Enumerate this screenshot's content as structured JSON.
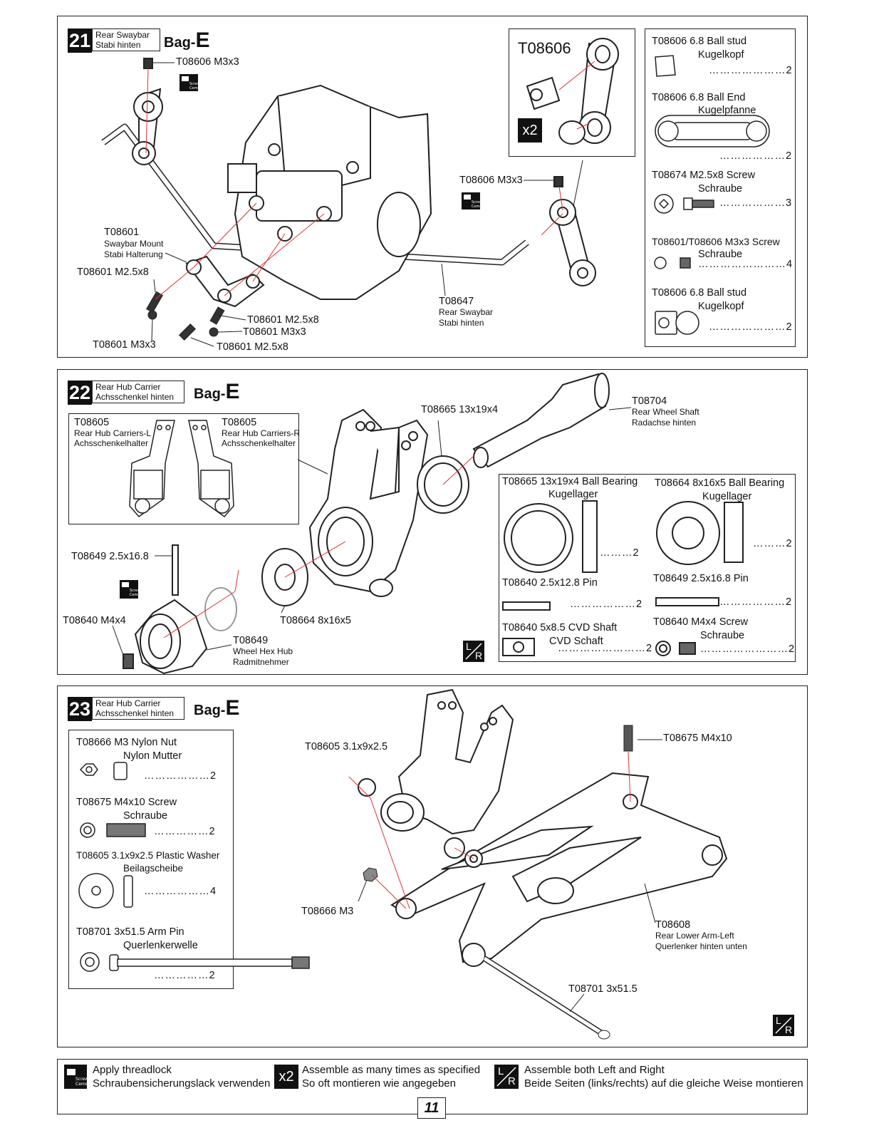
{
  "step21": {
    "num": "21",
    "title_en": "Rear Swaybar",
    "title_de": "Stabi hinten",
    "bag_prefix": "Bag-",
    "bag_letter": "E",
    "callouts": {
      "screw_top": "T08606 M3x3",
      "screw_right": "T08606 M3x3",
      "mount_pn": "T08601",
      "mount_en": "Swaybar Mount",
      "mount_de": "Stabi Halterung",
      "s1": "T08601 M2.5x8",
      "s2": "T08601 M2.5x8",
      "s3": "T08601 M3x3",
      "s4": "T08601 M3x3",
      "s5": "T08601 M2.5x8",
      "bar_pn": "T08647",
      "bar_en": "Rear Swaybar",
      "bar_de": "Stabi hinten"
    },
    "inset_pn": "T08606",
    "inset_mult": "x2",
    "parts": [
      {
        "pn": "T08606  6.8 Ball stud",
        "de": "Kugelkopf",
        "qty": "…………………2"
      },
      {
        "pn": "T08606  6.8 Ball End",
        "de": "Kugelpfanne",
        "qty": "………………2"
      },
      {
        "pn": "T08674  M2.5x8 Screw",
        "de": "Schraube",
        "qty": "………………3"
      },
      {
        "pn": "T08601/T08606  M3x3 Screw",
        "de": "Schraube",
        "qty": "……………………4"
      },
      {
        "pn": "T08606  6.8 Ball stud",
        "de": "Kugelkopf",
        "qty": "…………………2"
      }
    ]
  },
  "step22": {
    "num": "22",
    "title_en": "Rear Hub Carrier",
    "title_de": "Achsschenkel hinten",
    "bag_prefix": "Bag-",
    "bag_letter": "E",
    "inset": [
      {
        "pn": "T08605",
        "en": "Rear Hub Carriers-L",
        "de": "Achsschenkelhalter"
      },
      {
        "pn": "T08605",
        "en": "Rear Hub Carriers-R",
        "de": "Achsschenkelhalter"
      }
    ],
    "callouts": {
      "bearing_big": "T08665 13x19x4",
      "shaft_pn": "T08704",
      "shaft_en": "Rear Wheel Shaft",
      "shaft_de": "Radachse hinten",
      "pin": "T08649 2.5x16.8",
      "screw": "T08640 M4x4",
      "bearing_small": "T08664 8x16x5",
      "hex_pn": "T08649",
      "hex_en": "Wheel Hex Hub",
      "hex_de": "Radmitnehmer"
    },
    "parts": [
      {
        "pn": "T08665  13x19x4 Ball Bearing",
        "de": "Kugellager",
        "qty": "………2"
      },
      {
        "pn": "T08664  8x16x5 Ball Bearing",
        "de": "Kugellager",
        "qty": "………2"
      },
      {
        "pn": "T08640  2.5x12.8 Pin",
        "qty": "………………2"
      },
      {
        "pn": "T08649  2.5x16.8 Pin",
        "qty": "………………2"
      },
      {
        "pn": "T08640  5x8.5 CVD Shaft",
        "de": "CVD Schaft",
        "qty": "……………………2"
      },
      {
        "pn": "T08640  M4x4 Screw",
        "de": "Schraube",
        "qty": "……………………2"
      }
    ]
  },
  "step23": {
    "num": "23",
    "title_en": "Rear Hub Carrier",
    "title_de": "Achsschenkel hinten",
    "bag_prefix": "Bag-",
    "bag_letter": "E",
    "parts": [
      {
        "pn": "T08666  M3 Nylon Nut",
        "de": "Nylon Mutter",
        "qty": "………………2"
      },
      {
        "pn": "T08675  M4x10 Screw",
        "de": "Schraube",
        "qty": "……………2"
      },
      {
        "pn": "T08605  3.1x9x2.5 Plastic Washer",
        "de": "Beilagscheibe",
        "qty": "………………4"
      },
      {
        "pn": "T08701  3x51.5 Arm Pin",
        "de": "Querlenkerwelle",
        "qty": "……………2"
      }
    ],
    "callouts": {
      "washer": "T08605 3.1x9x2.5",
      "screw": "T08675 M4x10",
      "nut": "T08666 M3",
      "arm_pn": "T08608",
      "arm_en": "Rear Lower Arm-Left",
      "arm_de": "Querlenker hinten unten",
      "pin": "T08701 3x51.5"
    }
  },
  "legend": {
    "threadlock_en": "Apply threadlock",
    "threadlock_de": "Schraubensicherungslack verwenden",
    "mult_icon": "x2",
    "mult_en": "Assemble as many times as specified",
    "mult_de": "So oft montieren wie angegeben",
    "lr_en": "Assemble both Left and Right",
    "lr_de": "Beide Seiten (links/rechts) auf die gleiche Weise montieren"
  },
  "badge_text": "Screw Cement",
  "lr_l": "L",
  "lr_r": "R",
  "page_number": "11"
}
